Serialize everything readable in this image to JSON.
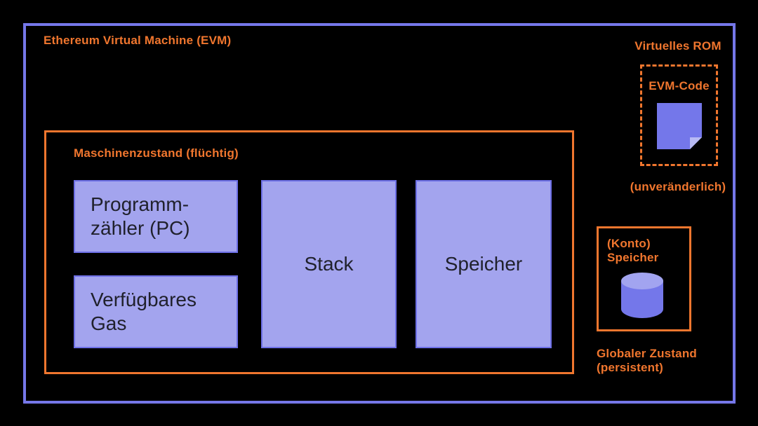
{
  "colors": {
    "background": "#000000",
    "evm_border": "#7577e9",
    "state_box_fill": "#a3a4ee",
    "state_box_border": "#6d6fe6",
    "accent_orange": "#f0762e",
    "icon_purple": "#7477ea",
    "icon_fold_light": "#b8baf4",
    "cylinder_top": "#a2a4f0",
    "state_box_text": "#20212c"
  },
  "evm": {
    "title": "Ethereum Virtual Machine (EVM)"
  },
  "machine_state": {
    "label": "Maschinenzustand (flüchtig)",
    "program_counter": "Programm-\nzähler (PC)",
    "available_gas": "Verfügbares\nGas",
    "stack": "Stack",
    "memory": "Speicher"
  },
  "rom": {
    "title": "Virtuelles ROM",
    "code_label": "EVM-Code",
    "icon": "note-page-icon",
    "note": "(unveränderlich)"
  },
  "storage": {
    "label": "(Konto)\nSpeicher",
    "icon": "database-cylinder-icon",
    "note": "Globaler Zustand\n(persistent)"
  }
}
